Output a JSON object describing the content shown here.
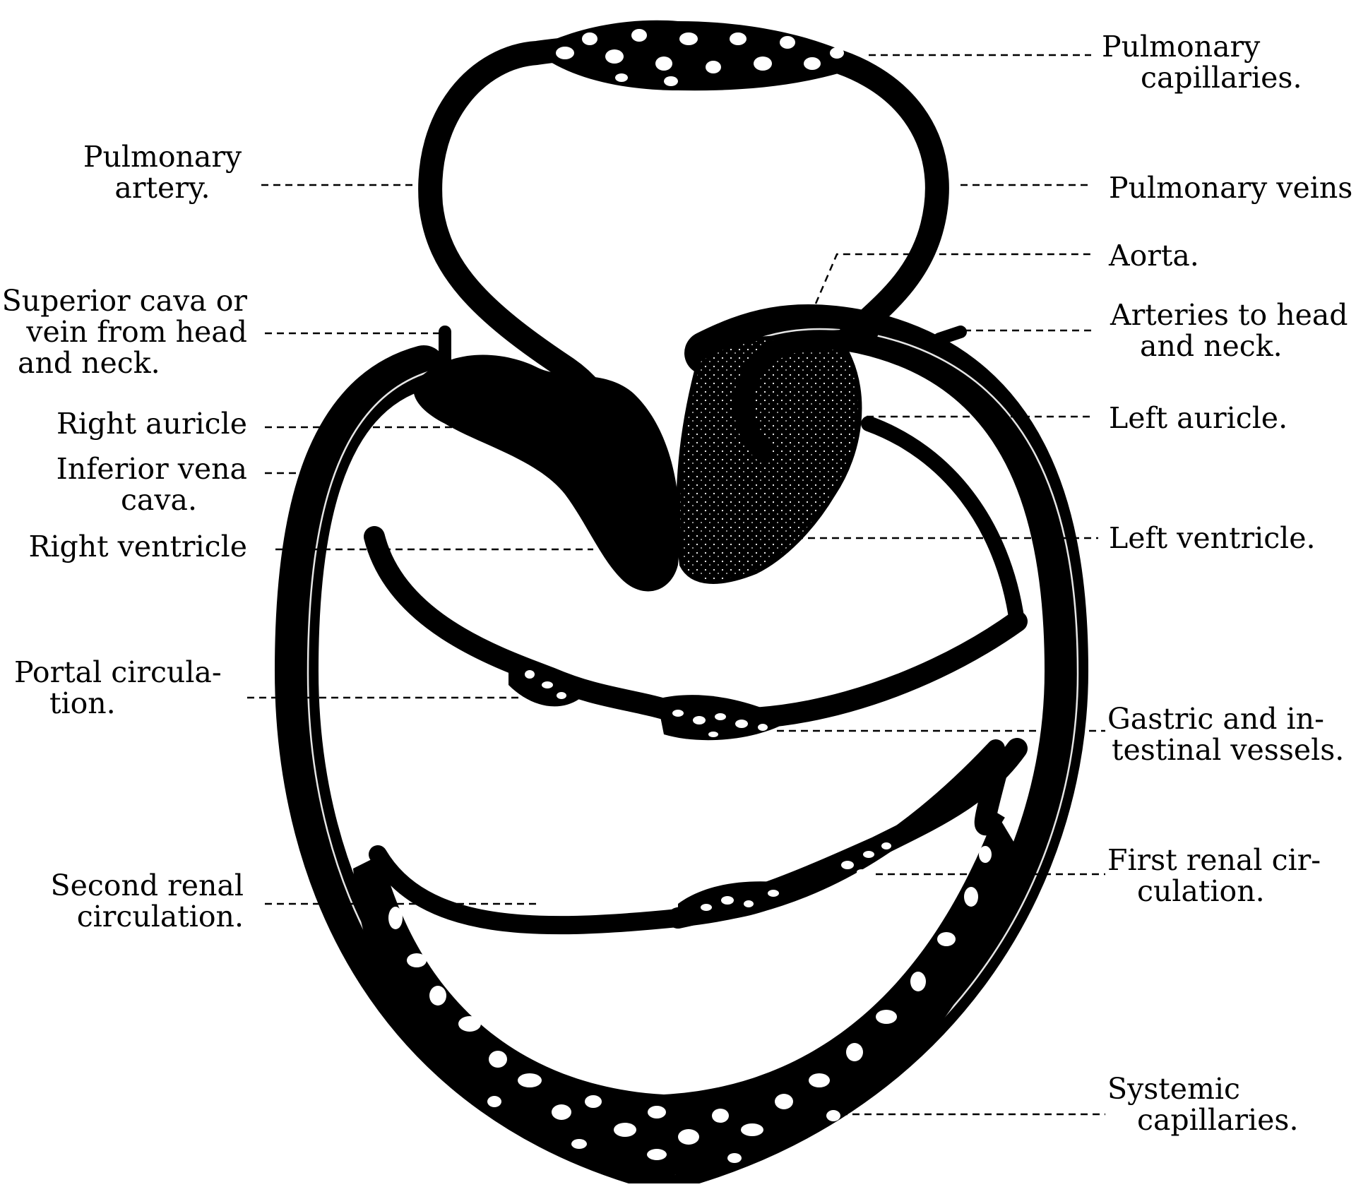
{
  "diagram": {
    "labels_left": [
      {
        "id": "pulmonary-artery",
        "lines": [
          "Pulmonary",
          "artery."
        ]
      },
      {
        "id": "superior-cava",
        "lines": [
          "Superior cava or",
          "vein from head",
          "and neck."
        ]
      },
      {
        "id": "right-auricle",
        "lines": [
          "Right auricle"
        ]
      },
      {
        "id": "inferior-vena-cava",
        "lines": [
          "Inferior vena",
          "cava."
        ]
      },
      {
        "id": "right-ventricle",
        "lines": [
          "Right ventricle"
        ]
      },
      {
        "id": "portal-circulation",
        "lines": [
          "Portal circula-",
          "tion."
        ]
      },
      {
        "id": "second-renal",
        "lines": [
          "Second renal",
          "circulation."
        ]
      }
    ],
    "labels_right": [
      {
        "id": "pulmonary-capillaries",
        "lines": [
          "Pulmonary",
          "capillaries."
        ]
      },
      {
        "id": "pulmonary-veins",
        "lines": [
          "Pulmonary veins"
        ]
      },
      {
        "id": "aorta",
        "lines": [
          "Aorta."
        ]
      },
      {
        "id": "arteries-head",
        "lines": [
          "Arteries to head",
          "and neck."
        ]
      },
      {
        "id": "left-auricle",
        "lines": [
          "Left auricle."
        ]
      },
      {
        "id": "left-ventricle",
        "lines": [
          "Left ventricle."
        ]
      },
      {
        "id": "gastric",
        "lines": [
          "Gastric and in-",
          "testinal vessels."
        ]
      },
      {
        "id": "first-renal",
        "lines": [
          "First renal cir-",
          "culation."
        ]
      },
      {
        "id": "systemic-capillaries",
        "lines": [
          "Systemic",
          "capillaries."
        ]
      }
    ]
  }
}
